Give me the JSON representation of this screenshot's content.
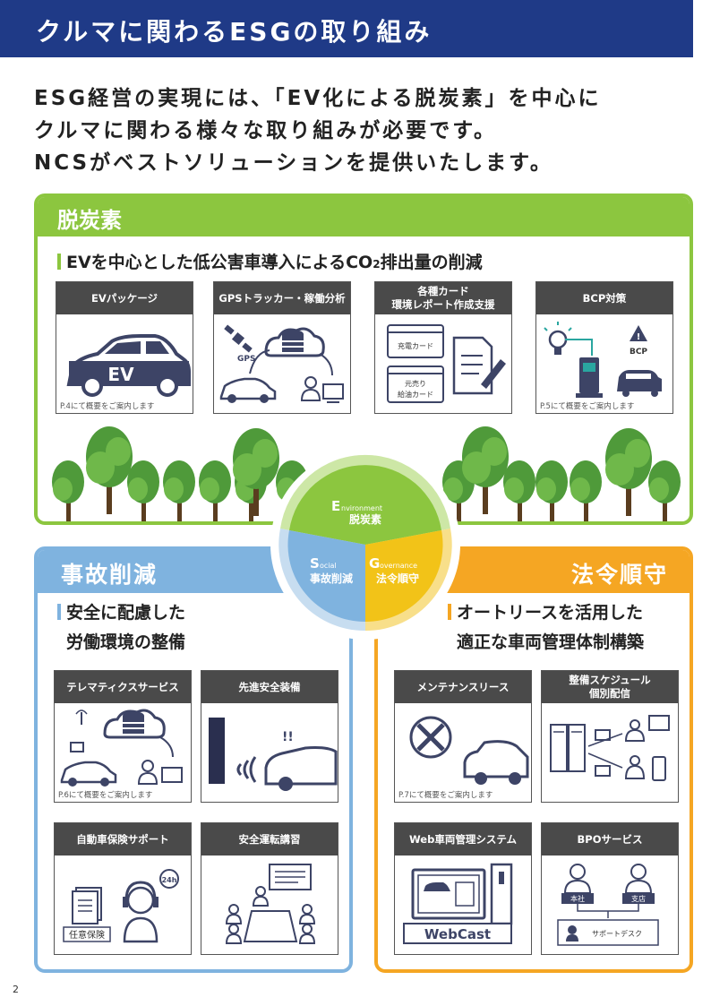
{
  "header": {
    "title": "クルマに関わるESGの取り組み"
  },
  "intro": {
    "line1": "ESG経営の実現には、「EV化による脱炭素」を中心に",
    "line2": "クルマに関わる様々な取り組みが必要です。",
    "line3": "NCSがベストソリューションを提供いたします。"
  },
  "environment": {
    "heading": "脱炭素",
    "subtitle_main": "EVを中心とした低公害車導入によるCO",
    "subtitle_sub": "2",
    "subtitle_rest": "排出量の削減",
    "cards": [
      {
        "title": "EVパッケージ",
        "note": "P.4にて概要をご案内します",
        "ev_label": "EV"
      },
      {
        "title": "GPSトラッカー・稼働分析",
        "gps_label": "GPS"
      },
      {
        "title": "各種カード\n環境レポート作成支援",
        "card1": "充電カード",
        "card2a": "元売り",
        "card2b": "給油カード"
      },
      {
        "title": "BCP対策",
        "note": "P.5にて概要をご案内します",
        "bcp_label": "BCP"
      }
    ]
  },
  "esg_circle": {
    "e_letter": "E",
    "e_word": "nvironment",
    "e_jp": "脱炭素",
    "s_letter": "S",
    "s_word": "ocial",
    "s_jp": "事故削減",
    "g_letter": "G",
    "g_word": "overnance",
    "g_jp": "法令順守"
  },
  "social": {
    "heading": "事故削減",
    "subtitle_line1": "安全に配慮した",
    "subtitle_line2": "労働環境の整備",
    "cards": [
      {
        "title": "テレマティクスサービス",
        "note": "P.6にて概要をご案内します"
      },
      {
        "title": "先進安全装備",
        "alert": "!!"
      },
      {
        "title": "自動車保険サポート",
        "doc_label": "任意保険",
        "badge": "24h"
      },
      {
        "title": "安全運転講習"
      }
    ]
  },
  "governance": {
    "heading": "法令順守",
    "subtitle_line1": "オートリースを活用した",
    "subtitle_line2": "適正な車両管理体制構築",
    "cards": [
      {
        "title": "メンテナンスリース",
        "note": "P.7にて概要をご案内します"
      },
      {
        "title": "整備スケジュール\n個別配信"
      },
      {
        "title": "Web車両管理システム",
        "product": "WebCast"
      },
      {
        "title": "BPOサービス",
        "hq": "本社",
        "branch": "支店",
        "desk": "サポートデスク"
      }
    ]
  },
  "colors": {
    "navy": "#1f3a87",
    "green": "#8cc63f",
    "blue": "#7fb3df",
    "orange": "#f5a623",
    "icon": "#3d4466"
  },
  "page": {
    "number": "2"
  }
}
